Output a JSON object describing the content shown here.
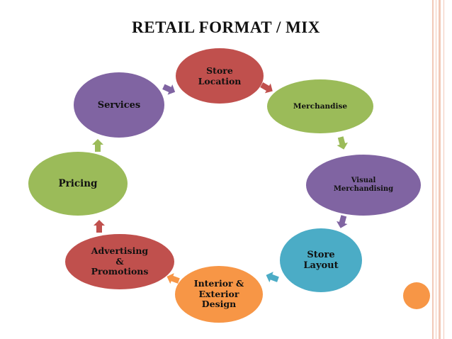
{
  "title": "RETAIL FORMAT / MIX",
  "colors": {
    "red": "#c0504d",
    "green": "#9bbb59",
    "purple": "#8064a2",
    "blue": "#4bacc6",
    "orange": "#f79646",
    "edge_stripe": "#f2c9b8",
    "corner_dot": "#f79646"
  },
  "nodes": [
    {
      "label": "Store\nLocation",
      "color": "#c0504d"
    },
    {
      "label": "Merchandise",
      "color": "#9bbb59"
    },
    {
      "label": "Visual\nMerchandising",
      "color": "#8064a2"
    },
    {
      "label": "Store\nLayout",
      "color": "#4bacc6"
    },
    {
      "label": "Interior &\nExterior\nDesign",
      "color": "#f79646"
    },
    {
      "label": "Advertising\n&\nPromotions",
      "color": "#c0504d"
    },
    {
      "label": "Pricing",
      "color": "#9bbb59"
    },
    {
      "label": "Services",
      "color": "#8064a2"
    }
  ],
  "arrows": [
    {
      "from": "Store\nLocation",
      "to": "Merchandise",
      "color": "#c0504d"
    },
    {
      "from": "Merchandise",
      "to": "Visual\nMerchandising",
      "color": "#9bbb59"
    },
    {
      "from": "Visual\nMerchandising",
      "to": "Store\nLayout",
      "color": "#8064a2"
    },
    {
      "from": "Store\nLayout",
      "to": "Interior &\nExterior\nDesign",
      "color": "#4bacc6"
    },
    {
      "from": "Interior &\nExterior\nDesign",
      "to": "Advertising\n&\nPromotions",
      "color": "#f79646"
    },
    {
      "from": "Advertising\n&\nPromotions",
      "to": "Pricing",
      "color": "#c0504d"
    },
    {
      "from": "Pricing",
      "to": "Services",
      "color": "#9bbb59"
    },
    {
      "from": "Services",
      "to": "Store\nLocation",
      "color": "#8064a2"
    }
  ]
}
